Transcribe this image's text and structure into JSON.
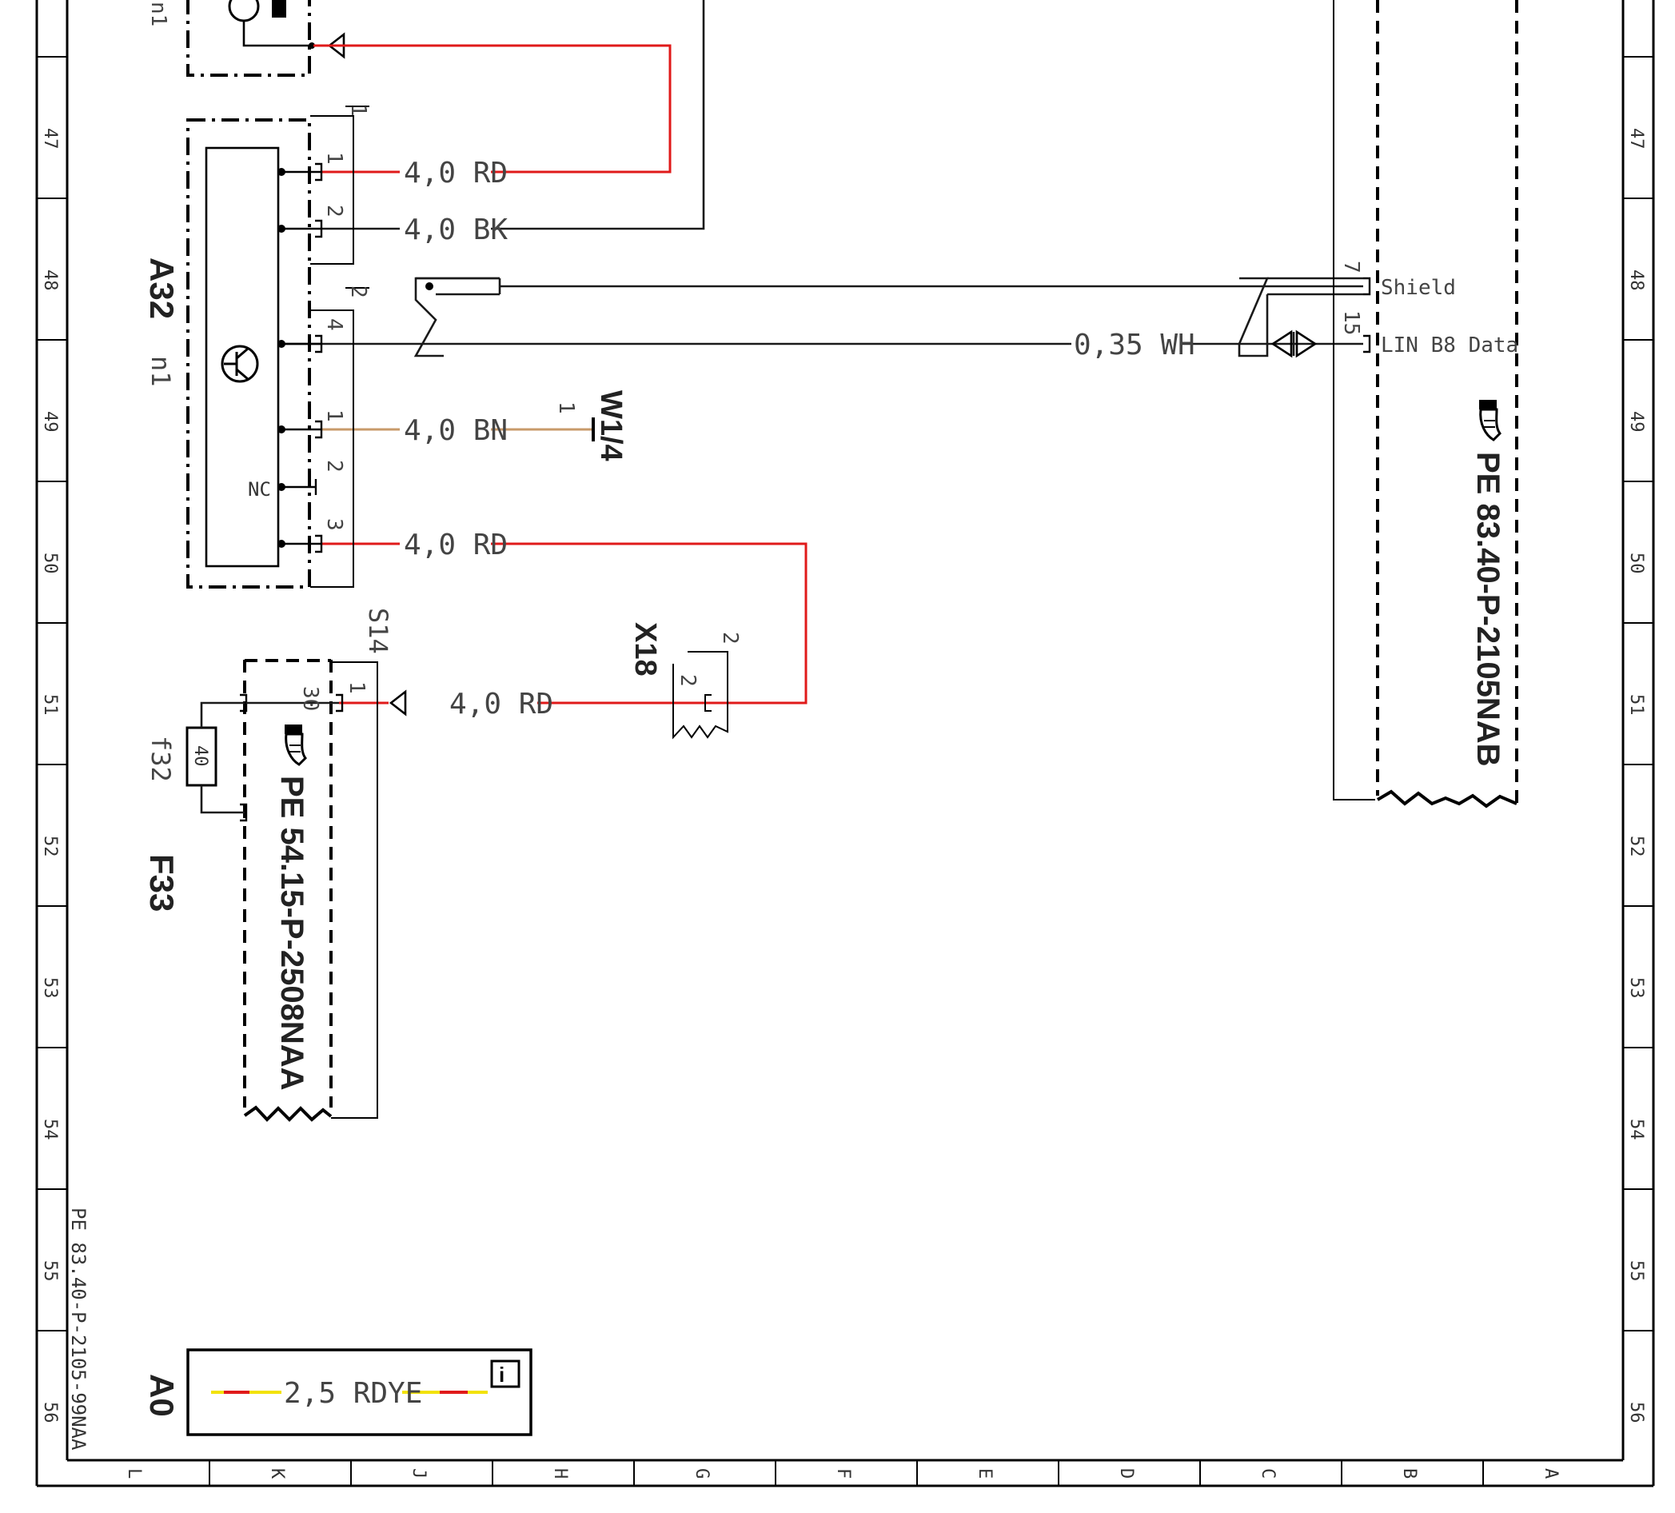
{
  "colors": {
    "red": "#e01a1a",
    "brown": "#c89a6a",
    "black": "#1a1a1a",
    "yellow": "#f2e20a"
  },
  "rows": [
    "47",
    "48",
    "49",
    "50",
    "51",
    "52",
    "53",
    "54",
    "55",
    "56"
  ],
  "columns": [
    "L",
    "K",
    "J",
    "H",
    "G",
    "F",
    "E",
    "D",
    "C",
    "B",
    "A"
  ],
  "components": {
    "a32": {
      "ref": "A32",
      "sub": "n1",
      "nc": "NC",
      "conn1": "1",
      "conn2": "2",
      "top_sub": "n1"
    },
    "f33": {
      "ref": "F33",
      "fuse": "f32",
      "rating": "40",
      "pin_in": "30",
      "pin_out": "1",
      "note": "PE 54.15-P-2508NAA",
      "s_ref": "S14"
    },
    "w1": {
      "ref": "W1/4",
      "pin": "1"
    },
    "x18": {
      "ref": "X18",
      "pin_a": "2",
      "pin_b": "2"
    },
    "module": {
      "pin7": "7",
      "pin15": "15",
      "shield": "Shield",
      "lin": "LIN B8 Data",
      "note": "PE 83.40-P-2105NAB"
    },
    "legend": {
      "ref": "A0",
      "text": "2,5 RDYE",
      "info": "i"
    }
  },
  "wires": {
    "w_rd1": "4,0 RD",
    "w_bk": "4,0 BK",
    "w_wh": "0,35 WH",
    "w_bn": "4,0 BN",
    "w_rd2": "4,0 RD",
    "w_rd3": "4,0 RD"
  },
  "pins": {
    "p1": "1",
    "p2": "2",
    "p4": "4",
    "p1b": "1",
    "p2b": "2",
    "p3": "3"
  },
  "footer_code": "PE 83.40-P-2105-99NAA"
}
